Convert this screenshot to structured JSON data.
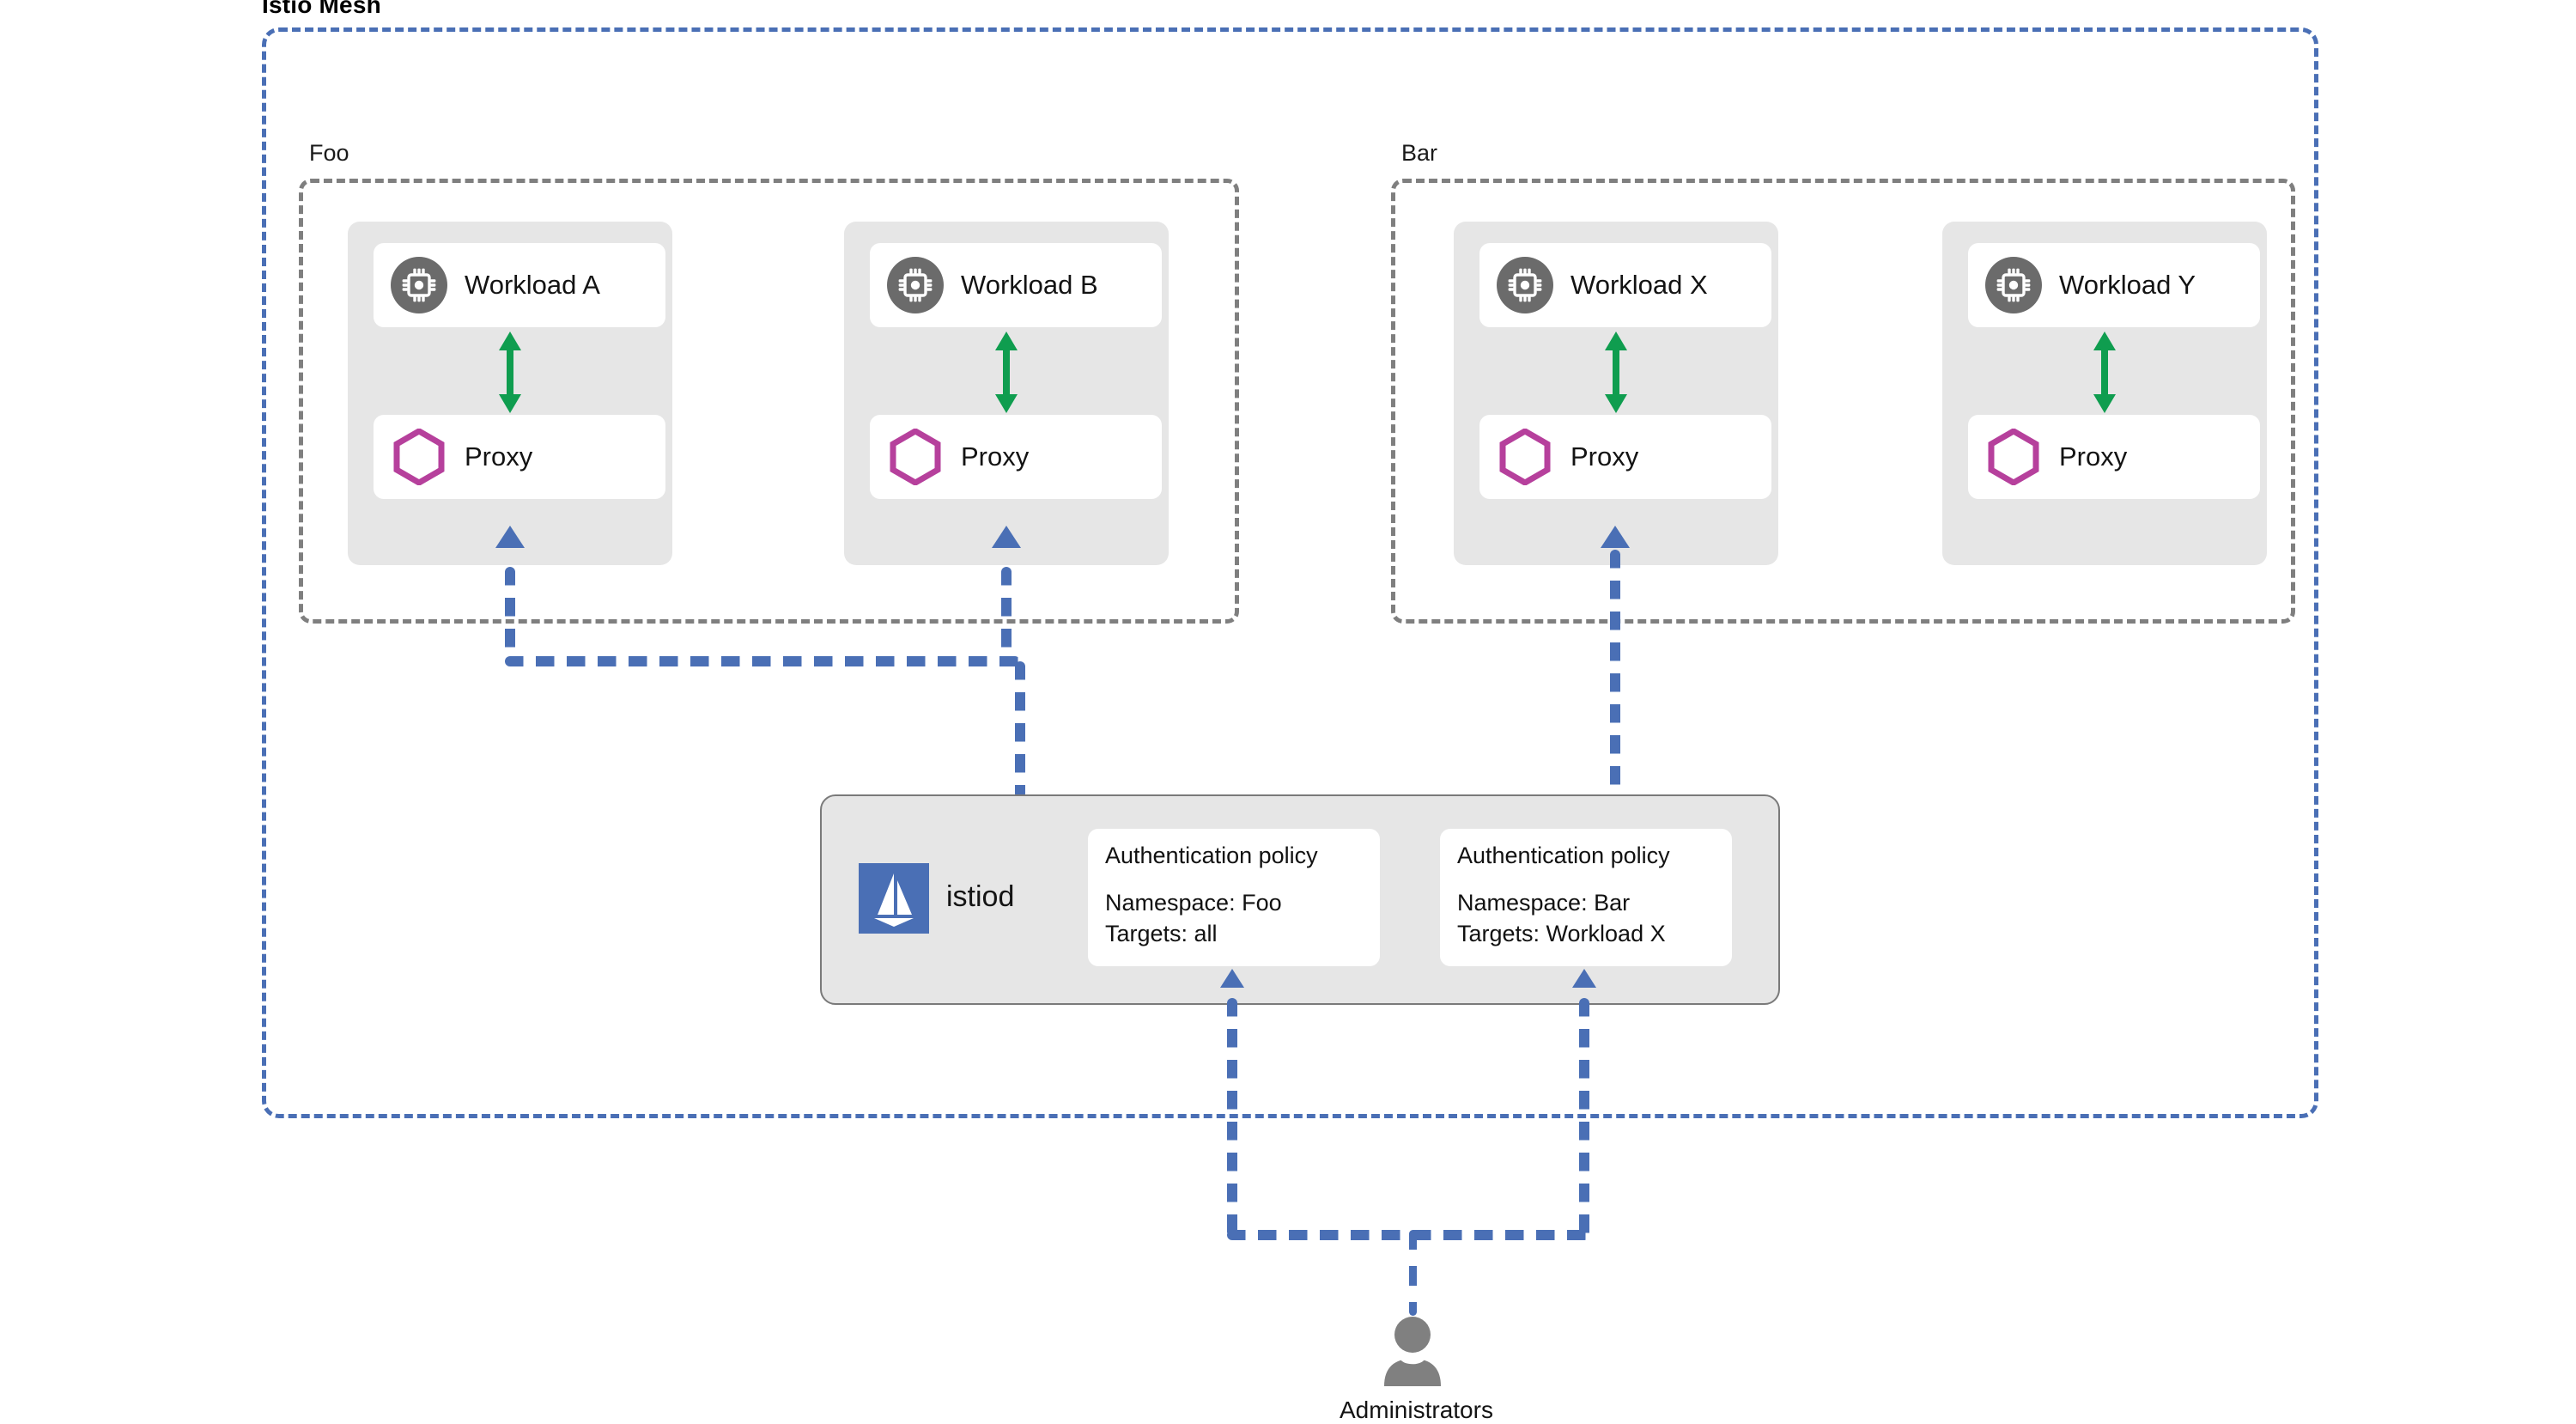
{
  "diagram": {
    "title": "Istio Mesh",
    "type": "architecture",
    "description": "Istio service mesh authentication policy distribution diagram"
  },
  "mesh": {
    "label": "Istio Mesh",
    "border_color": "#4a6fb5",
    "border_style": "dashed"
  },
  "namespaces": [
    {
      "id": "foo",
      "label": "Foo",
      "border_color": "#7f7f7f",
      "pods": [
        {
          "workload_label": "Workload A",
          "proxy_label": "Proxy",
          "has_policy_arrow": true
        },
        {
          "workload_label": "Workload B",
          "proxy_label": "Proxy",
          "has_policy_arrow": true
        }
      ]
    },
    {
      "id": "bar",
      "label": "Bar",
      "border_color": "#7f7f7f",
      "pods": [
        {
          "workload_label": "Workload X",
          "proxy_label": "Proxy",
          "has_policy_arrow": true
        },
        {
          "workload_label": "Workload Y",
          "proxy_label": "Proxy",
          "has_policy_arrow": false
        }
      ]
    }
  ],
  "control_plane": {
    "name": "istiod",
    "logo_icon": "istio-sailboat-icon",
    "logo_color": "#4a6fb5",
    "panel_fill": "#e6e6e6",
    "policies": [
      {
        "id": "policy-foo",
        "title": "Authentication policy",
        "namespace_line": "Namespace: Foo",
        "targets_line": "Targets: all"
      },
      {
        "id": "policy-bar",
        "title": "Authentication policy",
        "namespace_line": "Namespace: Bar",
        "targets_line": "Targets: Workload X"
      }
    ]
  },
  "actor": {
    "label": "Administrators",
    "icon": "person-icon",
    "icon_color": "#808080"
  },
  "icons": {
    "workload": "cpu-chip-icon",
    "workload_circle_color": "#6b6b6b",
    "proxy": "hexagon-icon",
    "proxy_color": "#b6409c"
  },
  "connectors": {
    "workload_proxy": {
      "icon": "green-double-arrow-icon",
      "color": "#0f9d4f",
      "meaning": "bidirectional traffic between workload and proxy"
    },
    "config_push": {
      "icon": "blue-dashed-arrow-icon",
      "color": "#4a6fb5",
      "meaning": "istiod pushes policy configuration to proxies"
    },
    "admin_apply": {
      "icon": "blue-dashed-arrow-icon",
      "color": "#4a6fb5",
      "meaning": "administrators apply authentication policies"
    }
  }
}
